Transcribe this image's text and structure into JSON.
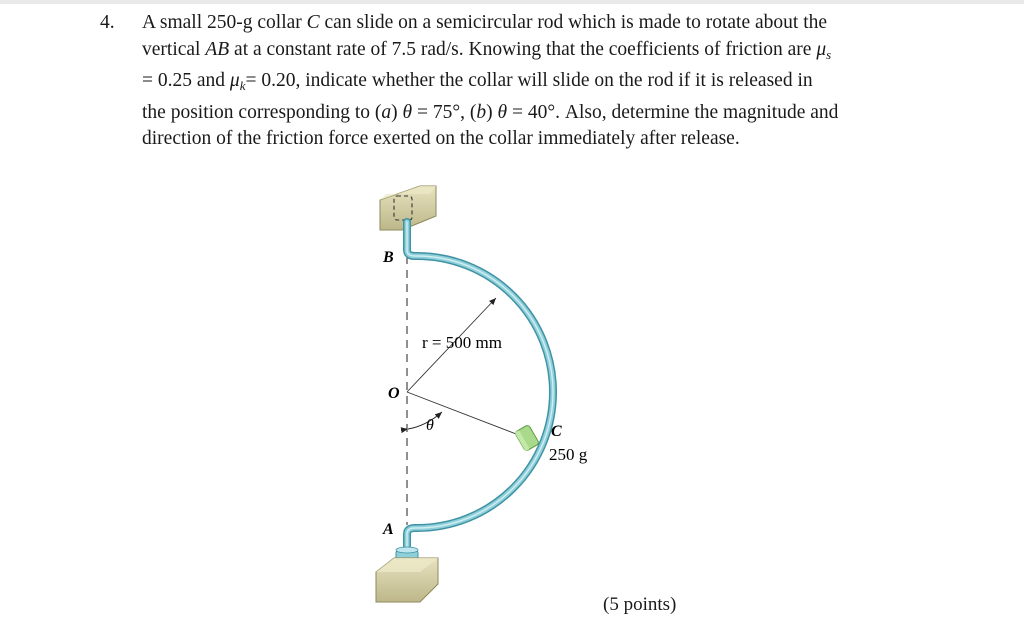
{
  "problem": {
    "number": "4.",
    "lines": [
      [
        "A small 250-g collar ",
        "C",
        " can slide on a semicircular rod which is made to rotate about the"
      ],
      [
        "vertical ",
        "AB",
        " at a constant rate of 7.5 rad/s. Knowing that the coefficients of friction are ",
        "μ",
        "s"
      ],
      [
        "= 0.25 and ",
        "μ",
        "k",
        "= 0.20, indicate whether the collar will slide on the rod if it is released in"
      ],
      [
        "the position corresponding to (",
        "a",
        ") ",
        "θ",
        " = 75°, (",
        "b",
        ") ",
        "θ",
        " = 40°. Also, determine the magnitude and"
      ],
      [
        "direction of the friction force exerted on the collar immediately after release."
      ]
    ]
  },
  "figure": {
    "label_B": "B",
    "label_O": "O",
    "label_A": "A",
    "label_C": "C",
    "label_theta": "θ",
    "radius_label": "r = 500 mm",
    "mass_label": "250 g",
    "colors": {
      "rod": "#8fcfda",
      "rod_edge": "#3f93a3",
      "collar": "#a9d98a",
      "collar_edge": "#5e9a45",
      "support": "#d7d2a2",
      "support_edge": "#8f8a5c"
    }
  },
  "points": "(5 points)"
}
